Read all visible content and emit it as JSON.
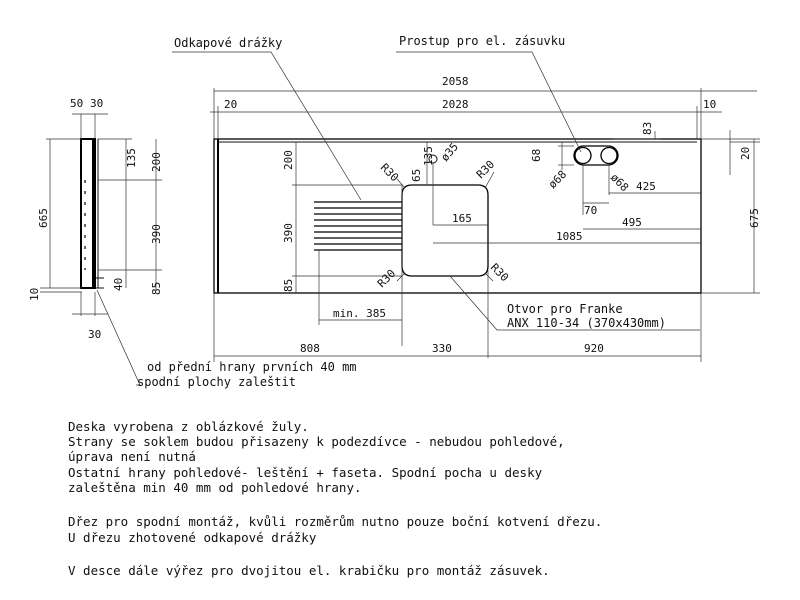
{
  "callouts": {
    "drip_grooves": "Odkapové drážky",
    "socket_opening": "Prostup pro el. zásuvku",
    "sink_hole_line1": "Otvor pro Franke",
    "sink_hole_line2": "ANX 110-34 (370x430mm)",
    "polish_line1": "od přední hrany prvních   40 mm",
    "polish_line2": "spodní plochy zaleštit"
  },
  "dimensions": {
    "total_length": "2058",
    "inner_length": "2028",
    "left_end": "20",
    "right_end": "10",
    "side_50": "50",
    "side_30_top": "30",
    "side_30_bottom": "30",
    "side_665": "665",
    "side_200": "200",
    "side_135": "135",
    "side_390": "390",
    "side_85": "85",
    "side_40": "40",
    "side_10": "10",
    "sink_200": "200",
    "sink_390": "390",
    "sink_85": "85",
    "sink_65": "65",
    "sink_135": "135",
    "sink_165": "165",
    "diam_35": "ø35",
    "r30_tl": "R30",
    "r30_tr": "R30",
    "r30_bl": "R30",
    "r30_br": "R30",
    "min_385": "min. 385",
    "bottom_808": "808",
    "bottom_330": "330",
    "bottom_920": "920",
    "socket_83": "83",
    "socket_68": "68",
    "socket_d68_left": "ø68",
    "socket_d68_right": "ø68",
    "socket_425": "425",
    "socket_70": "70",
    "socket_495": "495",
    "socket_1085": "1085",
    "right_20": "20",
    "right_675": "675"
  },
  "notes": [
    "Deska vyrobena z oblázkové žuly.",
    "Strany se soklem budou přisazeny k podezdívce - nebudou pohledové,",
    "úprava není nutná",
    "Ostatní hrany pohledové- leštění + faseta. Spodní pocha u desky",
    "zaleštěna min 40 mm od pohledové hrany.",
    "Dřez pro spodní montáž, kvůli rozměrům nutno pouze boční kotvení dřezu.",
    "U dřezu zhotovené odkapové drážky",
    "V desce dále výřez pro dvojitou el. krabičku pro montáž zásuvek."
  ]
}
